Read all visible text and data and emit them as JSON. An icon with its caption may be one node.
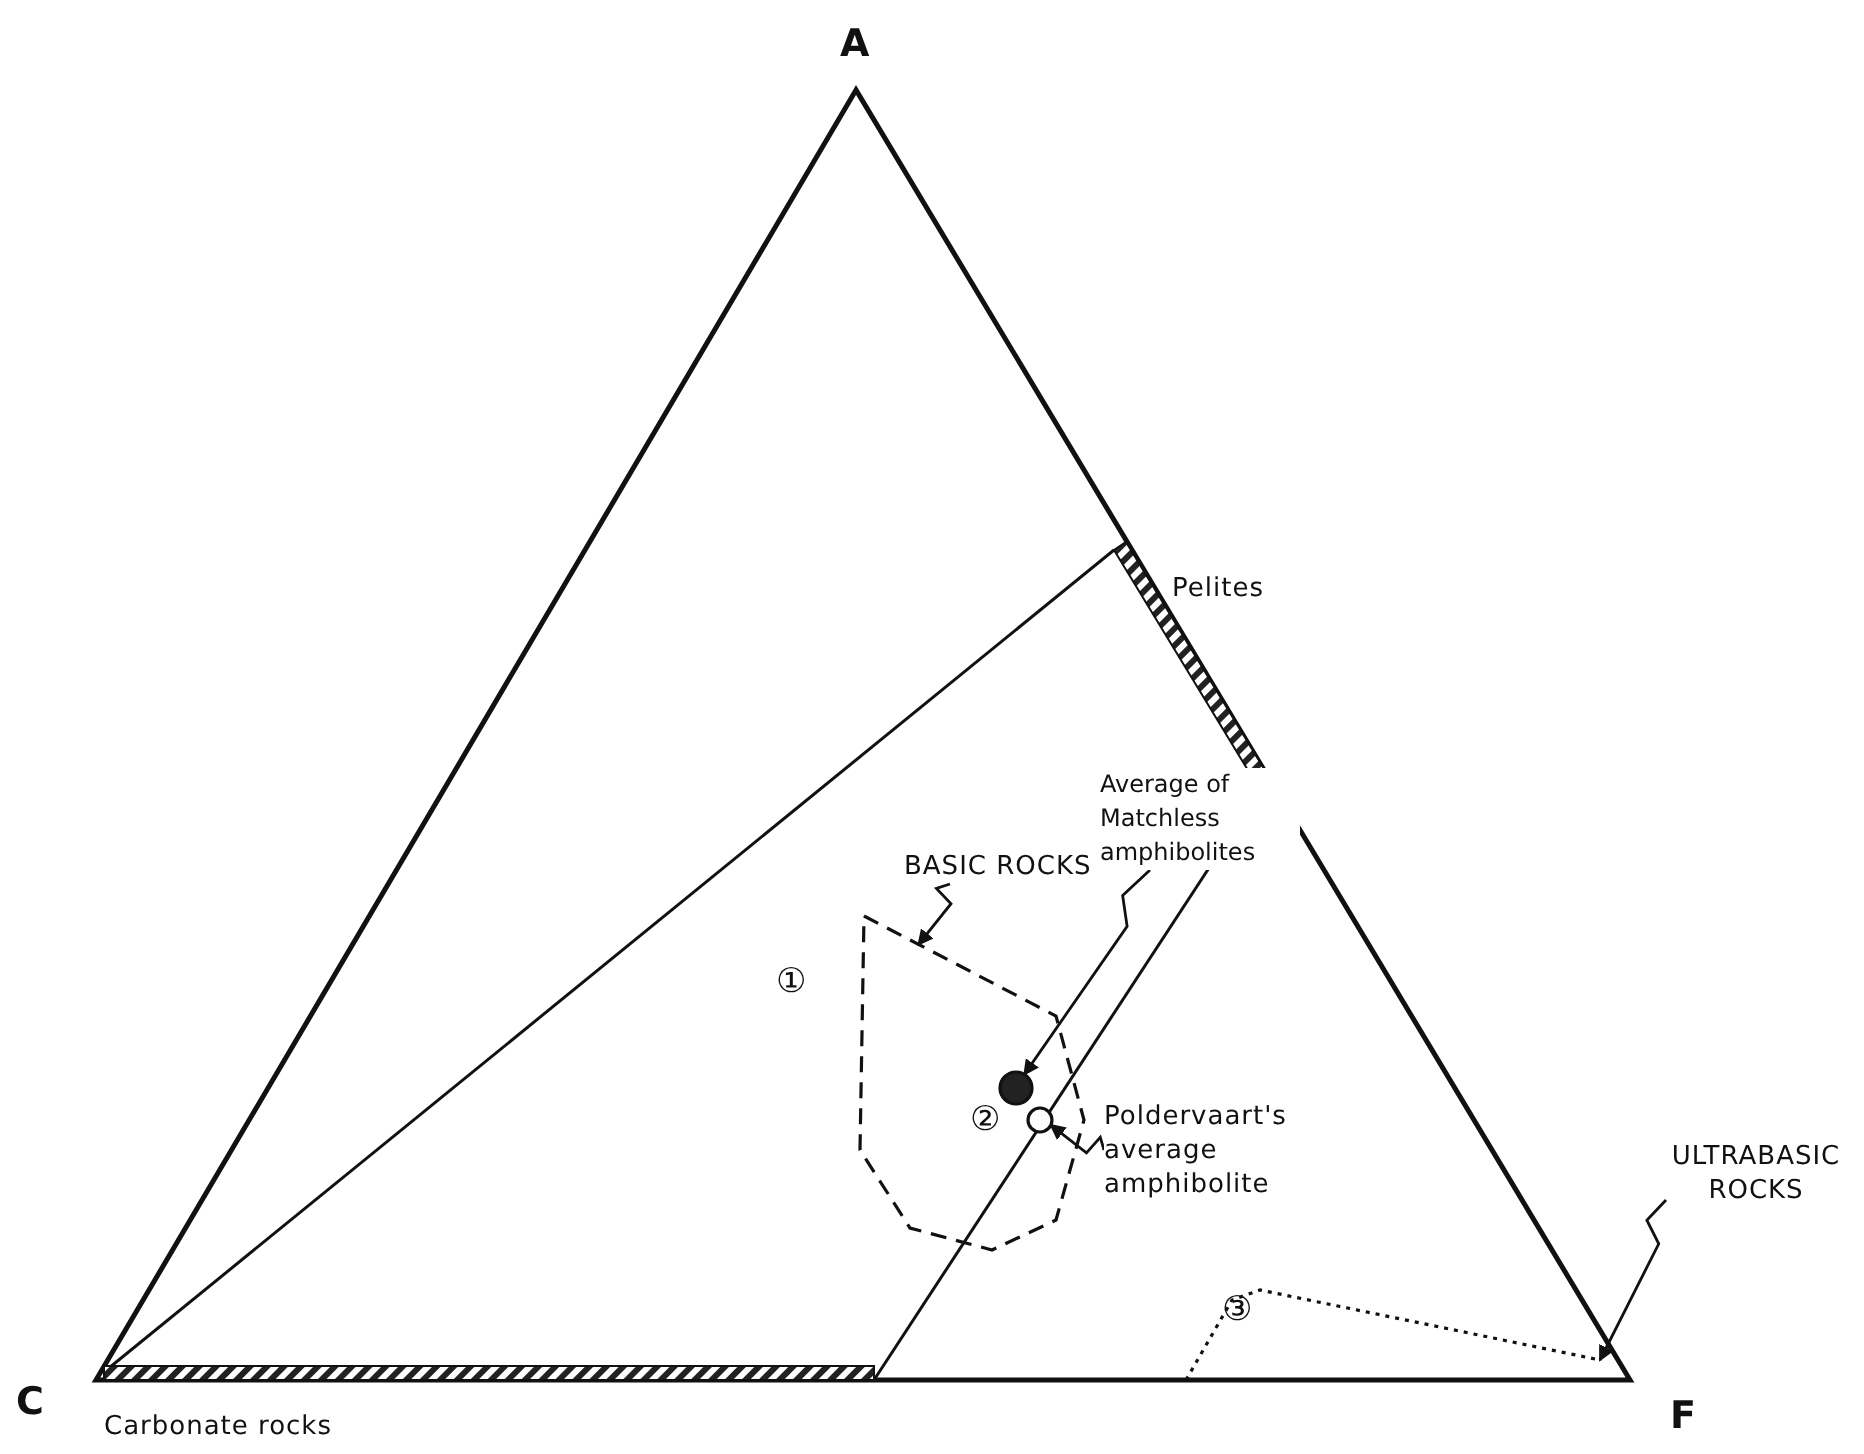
{
  "diagram": {
    "nodes": [
      {
        "text": [
          "BASIC ROCKS"
        ]
      },
      {
        "text": [],
        "shape": "polygon"
      },
      {
        "text": [
          "Average of Matchless amphibolites"
        ]
      },
      {
        "text": [],
        "shape": "circle",
        "in": 1
      },
      {
        "text": [
          "Poldervaart's average amphibolite"
        ]
      },
      {
        "text": [],
        "shape": "circle",
        "in": 1
      },
      {
        "text": [
          "ULTRABASIC ROCKS"
        ]
      },
      {
        "text": [],
        "shape": "polygon"
      }
    ],
    "edges": [
      {
        "from": 0,
        "to": 1,
        "arrow": "to"
      },
      {
        "from": 2,
        "to": 3,
        "arrow": "to"
      },
      {
        "from": 4,
        "to": 5,
        "arrow": "to"
      },
      {
        "from": 6,
        "to": 7,
        "arrow": "to"
      }
    ],
    "labels": [
      "A",
      "Pelites",
      "①",
      "②",
      "③",
      "C",
      "Carbonate rocks",
      "F"
    ]
  }
}
